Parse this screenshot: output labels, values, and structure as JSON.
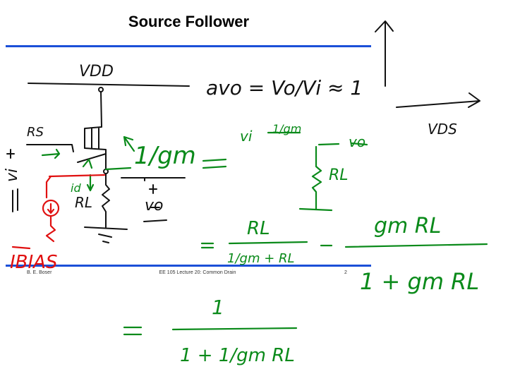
{
  "slide": {
    "title": "Source Follower",
    "footer_author": "B. E. Boser",
    "footer_course": "EE 105 Lecture 20: Common Drain",
    "page_number": "2"
  },
  "colors": {
    "rule": "#1b4fd8",
    "ink_black": "#111111",
    "ink_green": "#0a8a1a",
    "ink_red": "#e01010"
  },
  "annotations": {
    "vdd": "VDD",
    "avo_eq": "avo = Vo/Vi ≈ 1",
    "vds_axis": "VDS",
    "rs": "RS",
    "vi": "vi",
    "vo": "vo",
    "id": "id",
    "rl": "RL",
    "gm_inv": "1/gm",
    "small_vi": "vi",
    "small_vo": "vo",
    "small_gm": "1/gm",
    "small_rl": "RL",
    "bias": "IBIAS",
    "div_num": "RL",
    "div_den": "1/gm + RL",
    "gain_num": "gm RL",
    "gain_den": "1 + gm RL",
    "final_num": "1",
    "final_den": "1 + 1/gm RL"
  }
}
